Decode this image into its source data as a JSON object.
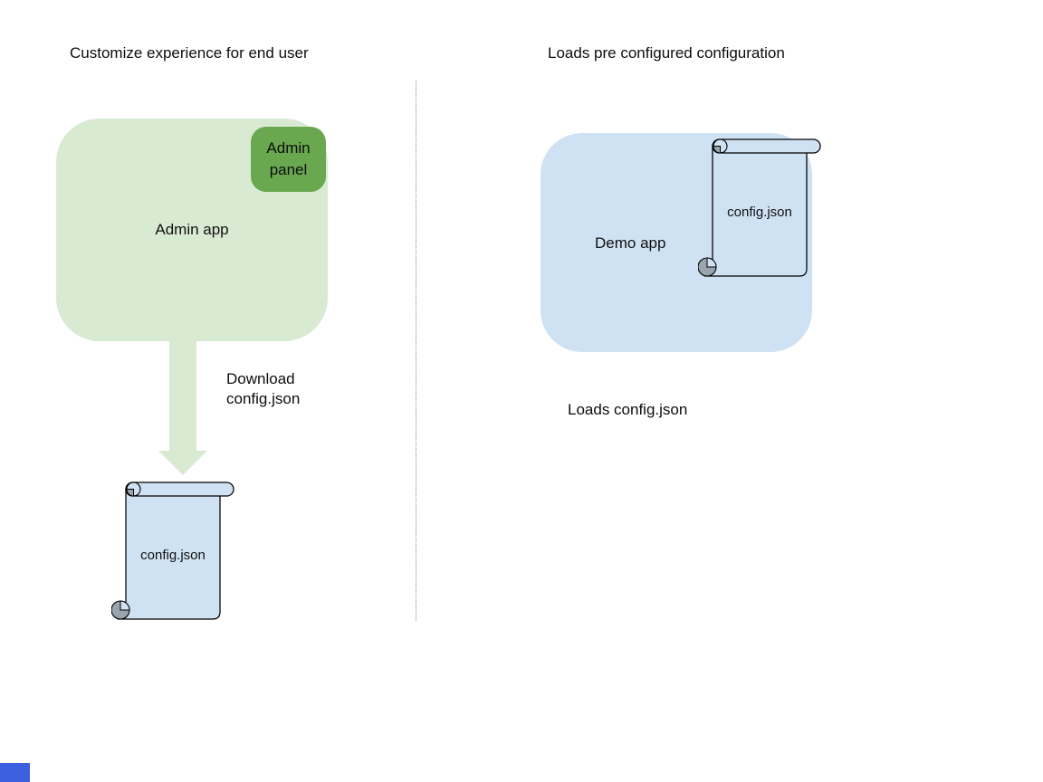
{
  "left_section": {
    "title": "Customize experience for end user",
    "admin_app": {
      "label": "Admin app",
      "badge": "Admin panel"
    },
    "arrow_label": {
      "line1": "Download",
      "line2": "config.json"
    },
    "file": {
      "label": "config.json"
    }
  },
  "right_section": {
    "title": "Loads pre configured configuration",
    "demo_app": {
      "label": "Demo app"
    },
    "file": {
      "label": "config.json"
    },
    "caption": "Loads config.json"
  },
  "colors": {
    "app_green": "#d9ead3",
    "badge_green": "#6aa84f",
    "arrow_green": "#d9ead3",
    "app_blue": "#cfe2f3",
    "scroll_blue": "#cfe2f3",
    "curl_gray": "#9aa4ad",
    "outline": "#000000",
    "divider_gray": "#8a8a8a",
    "corner_blue": "#3c5fe0"
  }
}
